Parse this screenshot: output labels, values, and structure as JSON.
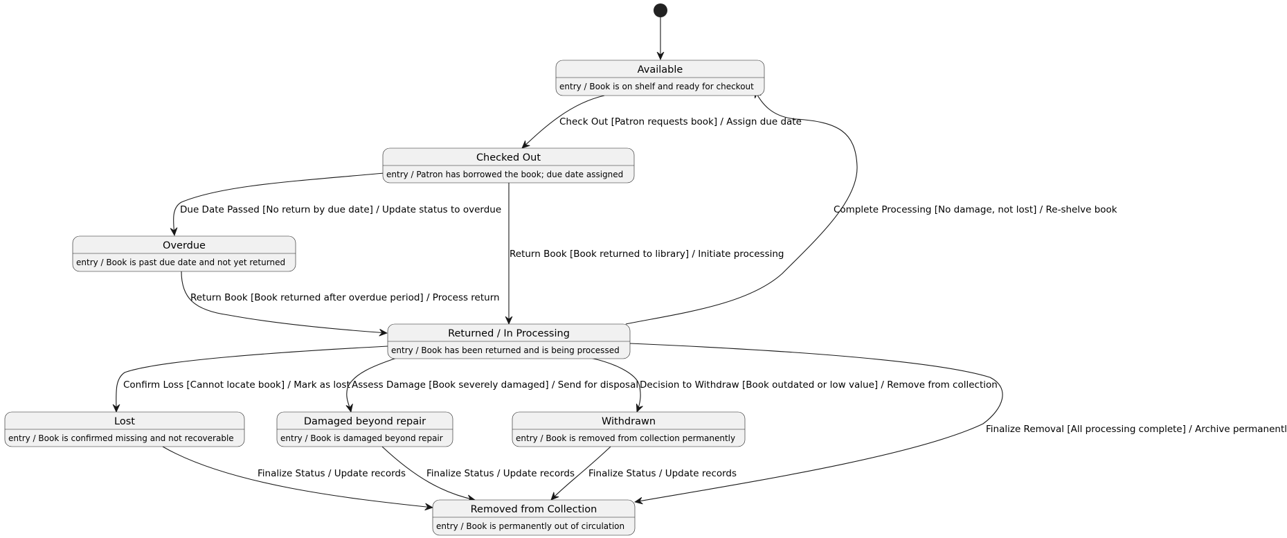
{
  "states": {
    "available": {
      "title": "Available",
      "entry": "entry / Book is on shelf and ready for checkout"
    },
    "checked_out": {
      "title": "Checked Out",
      "entry": "entry / Patron has borrowed the book; due date assigned"
    },
    "overdue": {
      "title": "Overdue",
      "entry": "entry / Book is past due date and not yet returned"
    },
    "returned": {
      "title": "Returned / In Processing",
      "entry": "entry / Book has been returned and is being processed"
    },
    "lost": {
      "title": "Lost",
      "entry": "entry / Book is confirmed missing and not recoverable"
    },
    "damaged": {
      "title": "Damaged beyond repair",
      "entry": "entry / Book is damaged beyond repair"
    },
    "withdrawn": {
      "title": "Withdrawn",
      "entry": "entry / Book is removed from collection permanently"
    },
    "removed": {
      "title": "Removed from Collection",
      "entry": "entry / Book is permanently out of circulation"
    }
  },
  "transitions": {
    "checkout": "Check Out [Patron requests book] / Assign due date",
    "due_date_passed": "Due Date Passed [No return by due date] / Update status to overdue",
    "return_book": "Return Book [Book returned to library] / Initiate processing",
    "complete_processing": "Complete Processing [No damage, not lost] / Re-shelve book",
    "return_overdue": "Return Book [Book returned after overdue period] / Process return",
    "confirm_loss": "Confirm Loss [Cannot locate book] / Mark as lost",
    "assess_damage": "Assess Damage [Book severely damaged] / Send for disposal",
    "decision_withdraw": "Decision to Withdraw [Book outdated or low value] / Remove from collection",
    "finalize_removal": "Finalize Removal [All processing complete] / Archive permanently",
    "finalize_lost": "Finalize Status / Update records",
    "finalize_damaged": "Finalize Status / Update records",
    "finalize_withdrawn": "Finalize Status / Update records"
  },
  "colors": {
    "state_fill": "#f1f1f1",
    "stroke": "#181818",
    "initial_node": "#222222"
  }
}
